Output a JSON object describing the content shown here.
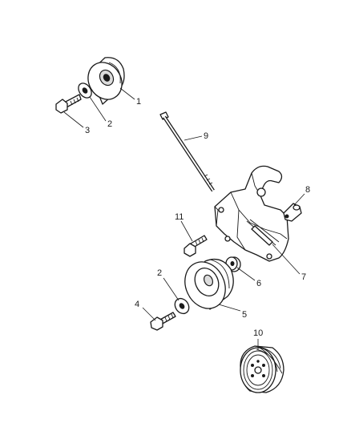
{
  "callouts": {
    "c1": "1",
    "c2a": "2",
    "c2b": "2",
    "c3": "3",
    "c4": "4",
    "c5": "5",
    "c6": "6",
    "c7": "7",
    "c8": "8",
    "c9": "9",
    "c10": "10",
    "c11": "11"
  },
  "colors": {
    "line": "#1a1a1a",
    "background": "#ffffff"
  }
}
